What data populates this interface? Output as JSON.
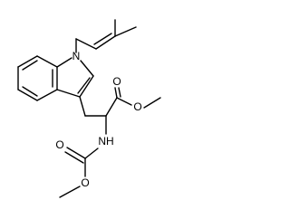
{
  "figure": {
    "kind": "chemical-structure",
    "background": "#ffffff",
    "stroke_color": "#000000"
  },
  "atoms": {
    "indole_n": "N",
    "ester_carbonyl_o": "O",
    "ester_o": "O",
    "carbamate_nh": "NH",
    "carbamate_carbonyl_o": "O",
    "carbamate_o": "O"
  }
}
